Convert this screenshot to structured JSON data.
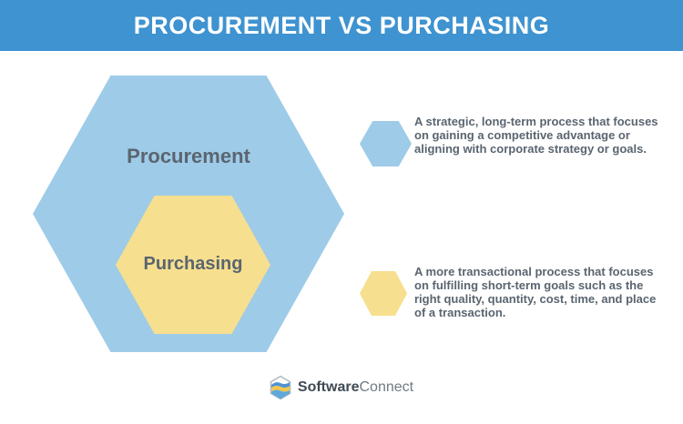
{
  "header": {
    "title": "PROCUREMENT VS PURCHASING"
  },
  "diagram": {
    "outer_hexagon": {
      "label": "Procurement",
      "color": "#9ecbe8"
    },
    "inner_hexagon": {
      "label": "Purchasing",
      "color": "#f6df8e"
    }
  },
  "legend_items": [
    {
      "icon": "blue-hexagon-icon",
      "color": "#9ecbe8",
      "text": "A strategic, long-term process that focuses on gaining a competitive advantage or aligning with corporate strategy or goals."
    },
    {
      "icon": "yellow-hexagon-icon",
      "color": "#f6df8e",
      "text": "A more transactional process that focuses on fulfilling short-term goals such as the right quality, quantity, cost, time, and place of a transaction."
    }
  ],
  "footer": {
    "logo_icon": "software-connect-hexagon-logo",
    "brand_bold": "Software",
    "brand_light": "Connect"
  },
  "colors": {
    "header_bg": "#3e93d0",
    "outer_hex": "#9ecbe8",
    "inner_hex": "#f6df8e",
    "body_text": "#5a6570",
    "title_text": "#ffffff"
  }
}
